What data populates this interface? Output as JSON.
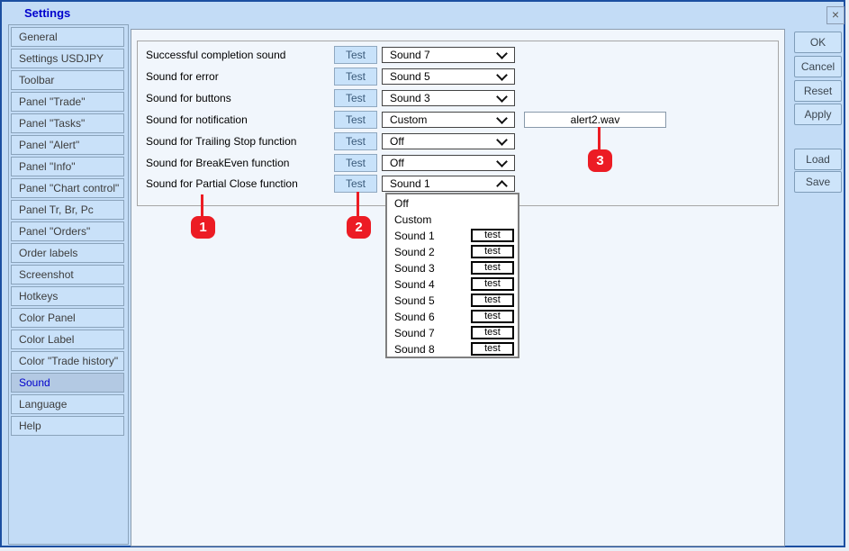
{
  "dialog": {
    "title": "Settings",
    "close_icon": "×"
  },
  "sidebar": {
    "items": [
      {
        "label": "General",
        "selected": false
      },
      {
        "label": "Settings USDJPY",
        "selected": false
      },
      {
        "label": "Toolbar",
        "selected": false
      },
      {
        "label": "Panel \"Trade\"",
        "selected": false
      },
      {
        "label": "Panel \"Tasks\"",
        "selected": false
      },
      {
        "label": "Panel \"Alert\"",
        "selected": false
      },
      {
        "label": "Panel \"Info\"",
        "selected": false
      },
      {
        "label": "Panel \"Chart control\"",
        "selected": false
      },
      {
        "label": "Panel Tr, Br, Pc",
        "selected": false
      },
      {
        "label": "Panel \"Orders\"",
        "selected": false
      },
      {
        "label": "Order labels",
        "selected": false
      },
      {
        "label": "Screenshot",
        "selected": false
      },
      {
        "label": "Hotkeys",
        "selected": false
      },
      {
        "label": "Color Panel",
        "selected": false
      },
      {
        "label": "Color Label",
        "selected": false
      },
      {
        "label": "Color \"Trade history\"",
        "selected": false
      },
      {
        "label": "Sound",
        "selected": true
      },
      {
        "label": "Language",
        "selected": false
      },
      {
        "label": "Help",
        "selected": false
      }
    ]
  },
  "sound_settings": {
    "rows": [
      {
        "label": "Successful completion sound",
        "test_label": "Test",
        "value": "Sound 7",
        "open": false
      },
      {
        "label": "Sound for error",
        "test_label": "Test",
        "value": "Sound 5",
        "open": false
      },
      {
        "label": "Sound for buttons",
        "test_label": "Test",
        "value": "Sound 3",
        "open": false
      },
      {
        "label": "Sound for notification",
        "test_label": "Test",
        "value": "Custom",
        "open": false,
        "file_value": "alert2.wav"
      },
      {
        "label": "Sound for Trailing Stop function",
        "test_label": "Test",
        "value": "Off",
        "open": false
      },
      {
        "label": "Sound for BreakEven function",
        "test_label": "Test",
        "value": "Off",
        "open": false
      },
      {
        "label": "Sound for Partial Close function",
        "test_label": "Test",
        "value": "Sound 1",
        "open": true
      }
    ],
    "dropdown_items": [
      {
        "label": "Off",
        "test_label": null
      },
      {
        "label": "Custom",
        "test_label": null
      },
      {
        "label": "Sound 1",
        "test_label": "test"
      },
      {
        "label": "Sound 2",
        "test_label": "test"
      },
      {
        "label": "Sound 3",
        "test_label": "test"
      },
      {
        "label": "Sound 4",
        "test_label": "test"
      },
      {
        "label": "Sound 5",
        "test_label": "test"
      },
      {
        "label": "Sound 6",
        "test_label": "test"
      },
      {
        "label": "Sound 7",
        "test_label": "test"
      },
      {
        "label": "Sound 8",
        "test_label": "test"
      }
    ]
  },
  "action_buttons": [
    {
      "label": "OK"
    },
    {
      "label": "Cancel"
    },
    {
      "label": "Reset"
    },
    {
      "label": "Apply"
    },
    {
      "label": "Load"
    },
    {
      "label": "Save"
    }
  ],
  "annotations": [
    {
      "number": "1"
    },
    {
      "number": "2"
    },
    {
      "number": "3"
    }
  ],
  "colors": {
    "annotation_red": "#ec1c24",
    "selected_item_text": "#0000cc",
    "title_text": "#0101cd",
    "dialog_background": "#c3dcf6"
  }
}
